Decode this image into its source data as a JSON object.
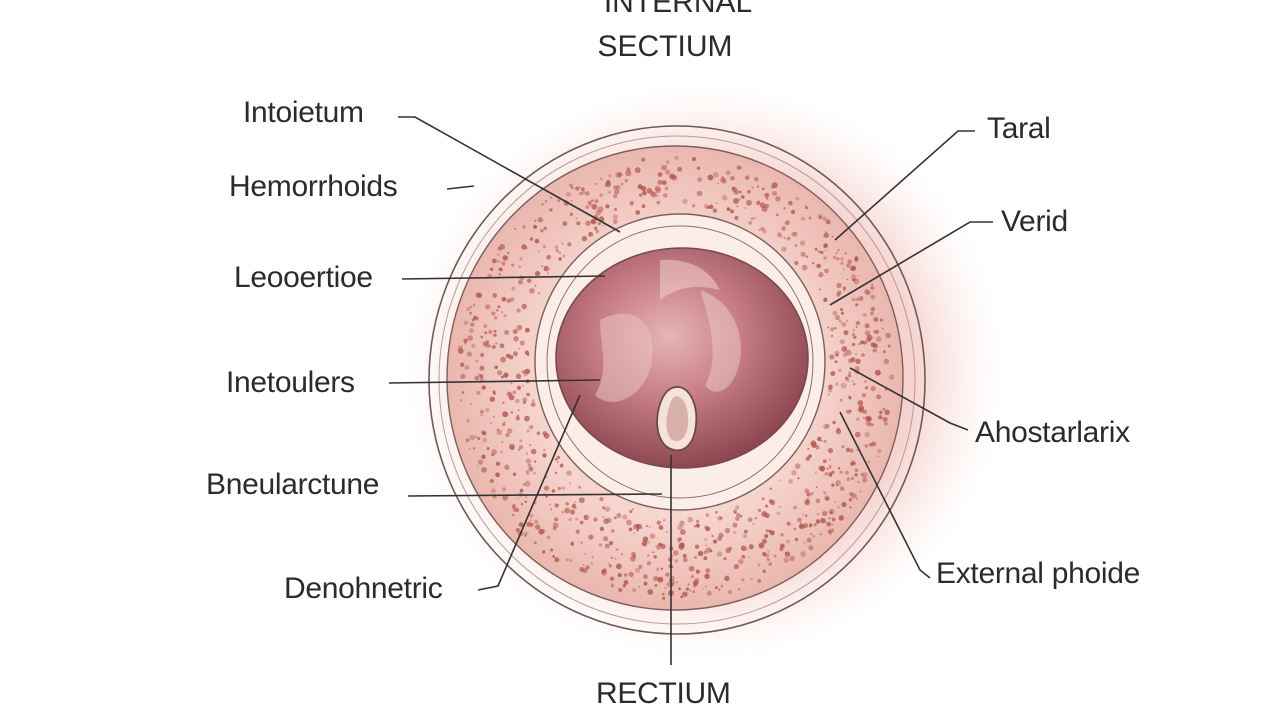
{
  "title": {
    "line1": "INTERNAL",
    "line2": "SECTIUM"
  },
  "bottom_label": "RECTIUM",
  "labels_left": [
    "Intoietum",
    "Hemorrhoids",
    "Leooertioe",
    "Inetoulers",
    "Bneularctune",
    "Denohnetric"
  ],
  "labels_right": [
    "Taral",
    "Verid",
    "Ahostarlarix",
    "External phoide"
  ],
  "colors": {
    "background": "#ffffff",
    "outer_skin": "#f6d3cf",
    "band": "#f0c2ba",
    "dots": "#b25449",
    "lumen": "#b56a73",
    "leader_line": "#333333",
    "text": "#2b2b2b"
  }
}
